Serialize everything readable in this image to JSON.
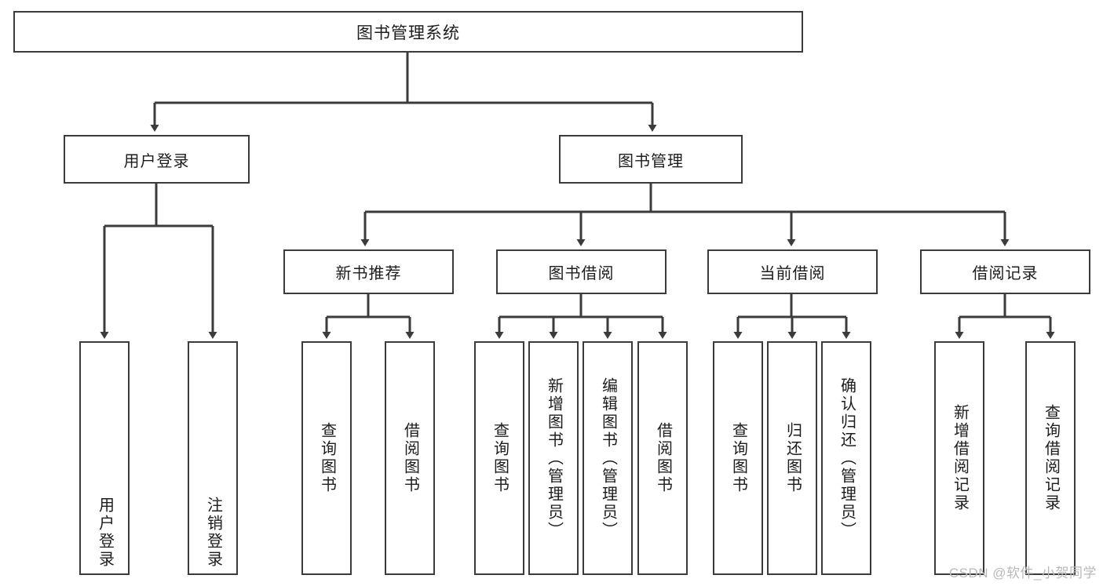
{
  "diagram": {
    "type": "tree",
    "title": "图书管理系统",
    "watermark": "CSDN @软件_小贺同学",
    "colors": {
      "box_border": "#3b3b3b",
      "box_fill": "#ffffff",
      "connector": "#3b3b3b",
      "text": "#1c1c1c",
      "watermark": "#b9b9b9",
      "background": "#ffffff"
    },
    "root": {
      "label": "图书管理系统"
    },
    "level2": [
      {
        "label": "用户登录"
      },
      {
        "label": "图书管理"
      }
    ],
    "level3": [
      {
        "label": "新书推荐"
      },
      {
        "label": "图书借阅"
      },
      {
        "label": "当前借阅"
      },
      {
        "label": "借阅记录"
      }
    ],
    "leaves": {
      "user_login": [
        {
          "label": "用户登录"
        },
        {
          "label": "注销登录"
        }
      ],
      "new_book": [
        {
          "label": "查询图书"
        },
        {
          "label": "借阅图书"
        }
      ],
      "borrow_book": [
        {
          "label": "查询图书"
        },
        {
          "label": "新增图书（管理员）"
        },
        {
          "label": "编辑图书（管理员）"
        },
        {
          "label": "借阅图书"
        }
      ],
      "current_borrow": [
        {
          "label": "查询图书"
        },
        {
          "label": "归还图书"
        },
        {
          "label": "确认归还（管理员）"
        }
      ],
      "borrow_record": [
        {
          "label": "新增借阅记录"
        },
        {
          "label": "查询借阅记录"
        }
      ]
    }
  }
}
